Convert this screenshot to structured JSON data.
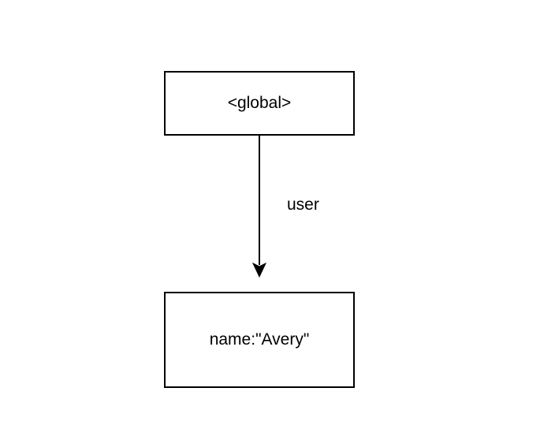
{
  "diagram": {
    "nodes": [
      {
        "id": "global",
        "label": "<global>"
      },
      {
        "id": "user_obj",
        "label": "name:\"Avery\""
      }
    ],
    "edges": [
      {
        "from": "global",
        "to": "user_obj",
        "label": "user"
      }
    ],
    "colors": {
      "stroke": "#000000",
      "background": "#ffffff",
      "text": "#000000"
    }
  }
}
